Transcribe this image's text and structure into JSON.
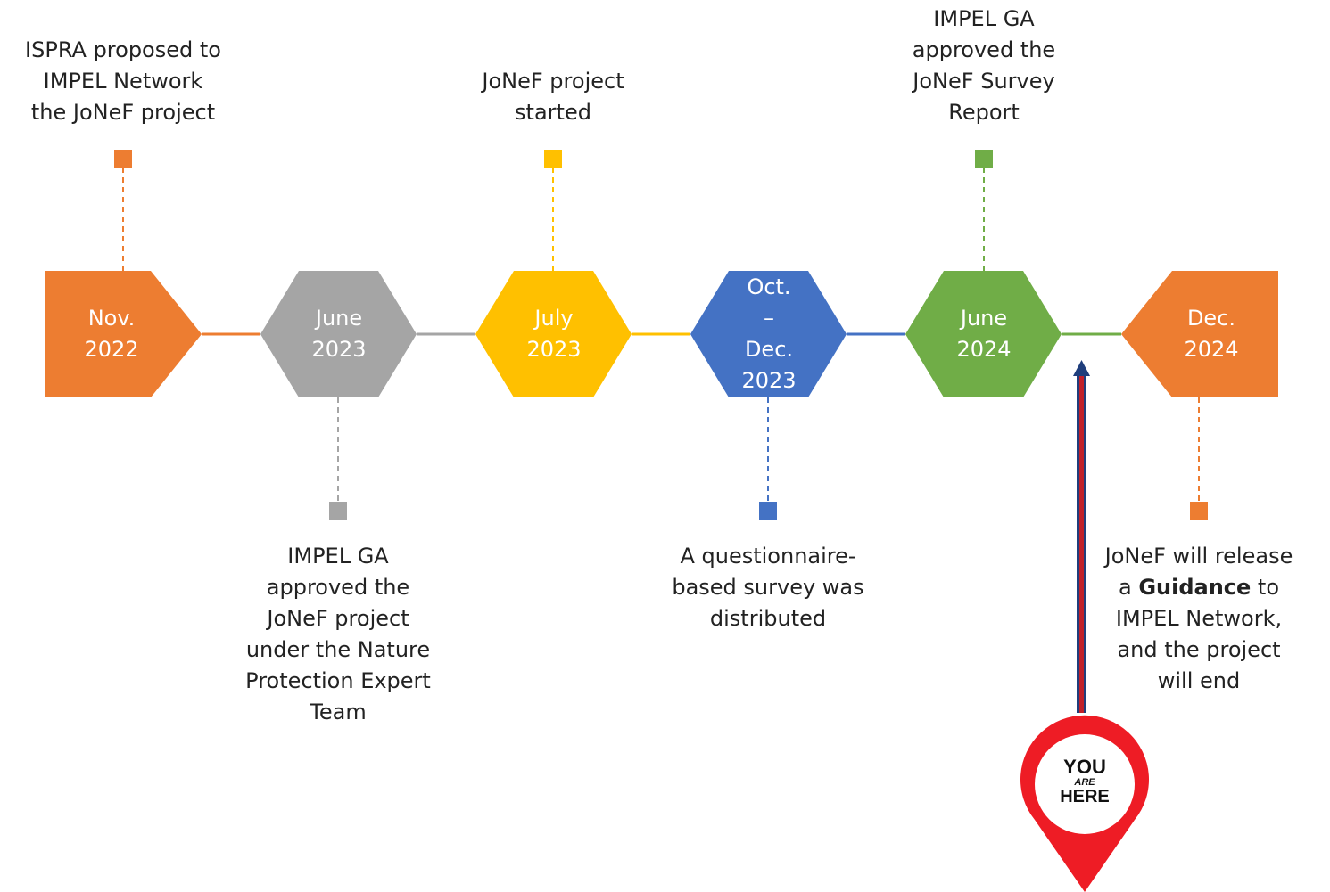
{
  "colors": {
    "orange": "#ED7D31",
    "gray": "#A5A5A5",
    "yellow": "#FFC000",
    "blue": "#4472C4",
    "green": "#70AD47",
    "arrow_red": "#C0202A",
    "arrow_blue": "#1F3E7C",
    "pin_red": "#EE1C25"
  },
  "nodes": [
    {
      "id": "nov-2022",
      "line1": "Nov.",
      "line2": "2022",
      "color": "#ED7D31"
    },
    {
      "id": "june-2023",
      "line1": "June",
      "line2": "2023",
      "color": "#A5A5A5"
    },
    {
      "id": "july-2023",
      "line1": "July",
      "line2": "2023",
      "color": "#FFC000"
    },
    {
      "id": "oct-dec-2023",
      "line1": "Oct.",
      "line_mid": "–",
      "line2": "Dec.",
      "line3": "2023",
      "color": "#4472C4"
    },
    {
      "id": "june-2024",
      "line1": "June",
      "line2": "2024",
      "color": "#70AD47"
    },
    {
      "id": "dec-2024",
      "line1": "Dec.",
      "line2": "2024",
      "color": "#ED7D31"
    }
  ],
  "captions": {
    "nov_2022": [
      "ISPRA proposed to",
      "IMPEL Network",
      "the JoNeF project"
    ],
    "june_2023": [
      "IMPEL GA",
      "approved the",
      "JoNeF project",
      "under the Nature",
      "Protection Expert",
      "Team"
    ],
    "july_2023": [
      "JoNeF project",
      "started"
    ],
    "oct_dec_2023": [
      "A questionnaire-",
      "based survey was",
      "distributed"
    ],
    "june_2024": [
      "IMPEL GA",
      "approved the",
      "JoNeF Survey",
      "Report"
    ],
    "dec_2024": {
      "line1": "JoNeF will release",
      "line2_prefix": "a ",
      "line2_bold": "Guidance",
      "line2_suffix": " to",
      "line3": "IMPEL Network,",
      "line4": "and the project",
      "line5": "will end"
    }
  },
  "marker": {
    "line1": "YOU",
    "line2": "ARE",
    "line3": "HERE",
    "icon": "location-pin-icon"
  }
}
